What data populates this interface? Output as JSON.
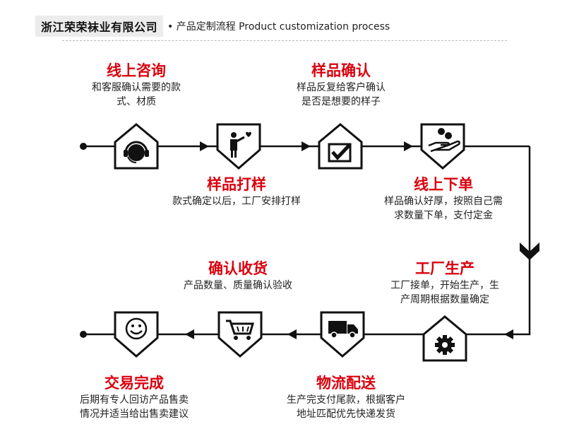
{
  "header": {
    "company": "浙江荣荣袜业有限公司",
    "subtitle": "• 产品定制流程 Product customization process"
  },
  "steps": [
    {
      "title": "线上咨询",
      "desc": [
        "和客服确认需要的款",
        "式、材质"
      ],
      "icon": "headset-icon"
    },
    {
      "title": "样品打样",
      "desc": [
        "款式确定以后，工厂安排打样"
      ],
      "icon": "person-presentation-icon"
    },
    {
      "title": "样品确认",
      "desc": [
        "样品反复给客户确认",
        "是否是想要的样子"
      ],
      "icon": "checkbox-icon"
    },
    {
      "title": "线上下单",
      "desc": [
        "样品确认好厚，按照自己需",
        "求数量下单，支付定金"
      ],
      "icon": "hand-coins-icon"
    },
    {
      "title": "工厂生产",
      "desc": [
        "工厂接单，开始生产，生",
        "产周期根据数量确定"
      ],
      "icon": "gear-icon"
    },
    {
      "title": "物流配送",
      "desc": [
        "生产完支付尾款，根据客户",
        "地址匹配优先快递发货"
      ],
      "icon": "truck-icon"
    },
    {
      "title": "确认收货",
      "desc": [
        "产品数量、质量确认验收"
      ],
      "icon": "cart-icon"
    },
    {
      "title": "交易完成",
      "desc": [
        "后期有专人回访产品售卖",
        "情况并适当给出售卖建议"
      ],
      "icon": "smiley-icon"
    }
  ]
}
